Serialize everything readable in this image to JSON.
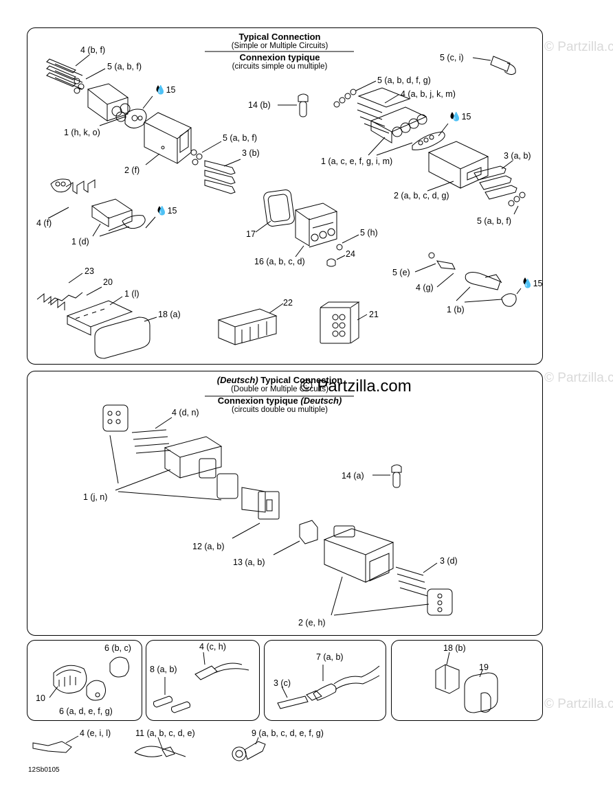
{
  "watermark": {
    "small": "© Partzilla.com",
    "big": "© Partzilla.com"
  },
  "panel1": {
    "title": "Typical Connection",
    "sub": "(Simple or Multiple Circuits)",
    "title_fr": "Connexion typique",
    "sub_fr": "(circuits simple ou multiple)"
  },
  "panel2": {
    "title_italic": "(Deutsch)",
    "title": " Typical Connection",
    "sub": "(Double or Multiple Circuits)",
    "title_fr": "Connexion typique ",
    "title_fr_italic": "(Deutsch)",
    "sub_fr": "(circuits double ou multiple)"
  },
  "labels": {
    "p1_4bf": "4 (b, f)",
    "p1_5abf_a": "5 (a, b, f)",
    "p1_15a": "15",
    "p1_1hko": "1 (h, k, o)",
    "p1_2f": "2 (f)",
    "p1_5abf_b": "5 (a, b, f)",
    "p1_3b": "3 (b)",
    "p1_14b": "14 (b)",
    "p1_5ci": "5 (c, i)",
    "p1_5abdfg": "5 (a, b, d, f, g)",
    "p1_4abjkm": "4 (a, b, j, k, m)",
    "p1_15b": "15",
    "p1_1acefgim": "1 (a, c, e, f, g, i, m)",
    "p1_3ab": "3 (a, b)",
    "p1_2abcdg": "2 (a, b, c, d, g)",
    "p1_5abf_c": "5 (a, b, f)",
    "p1_4f": "4 (f)",
    "p1_1d": "1 (d)",
    "p1_15c": "15",
    "p1_17": "17",
    "p1_5h": "5 (h)",
    "p1_24": "24",
    "p1_16abcd": "16 (a, b, c, d)",
    "p1_5e": "5 (e)",
    "p1_4g": "4 (g)",
    "p1_15d": "15",
    "p1_1b": "1 (b)",
    "p1_23": "23",
    "p1_20": "20",
    "p1_1l": "1 (l)",
    "p1_18a": "18 (a)",
    "p1_22": "22",
    "p1_21": "21",
    "p2_4dn": "4 (d, n)",
    "p2_1jn": "1 (j, n)",
    "p2_14a": "14 (a)",
    "p2_12ab": "12 (a, b)",
    "p2_13ab": "13 (a, b)",
    "p2_3d": "3 (d)",
    "p2_2eh": "2 (e, h)",
    "p3_6bc": "6 (b, c)",
    "p3_10": "10",
    "p3_6adefg": "6 (a, d, e, f, g)",
    "p4_4ch": "4 (c, h)",
    "p4_8ab": "8 (a, b)",
    "p5_7ab": "7 (a, b)",
    "p5_3c": "3 (c)",
    "p6_18b": "18 (b)",
    "p6_19": "19",
    "b_4eil": "4 (e, i, l)",
    "b_11abcde": "11 (a, b, c, d, e)",
    "b_9abcdefg": "9 (a, b, c, d, e, f, g)"
  },
  "figure_code": "12Sb0105",
  "icons": [
    "drop-icon"
  ]
}
